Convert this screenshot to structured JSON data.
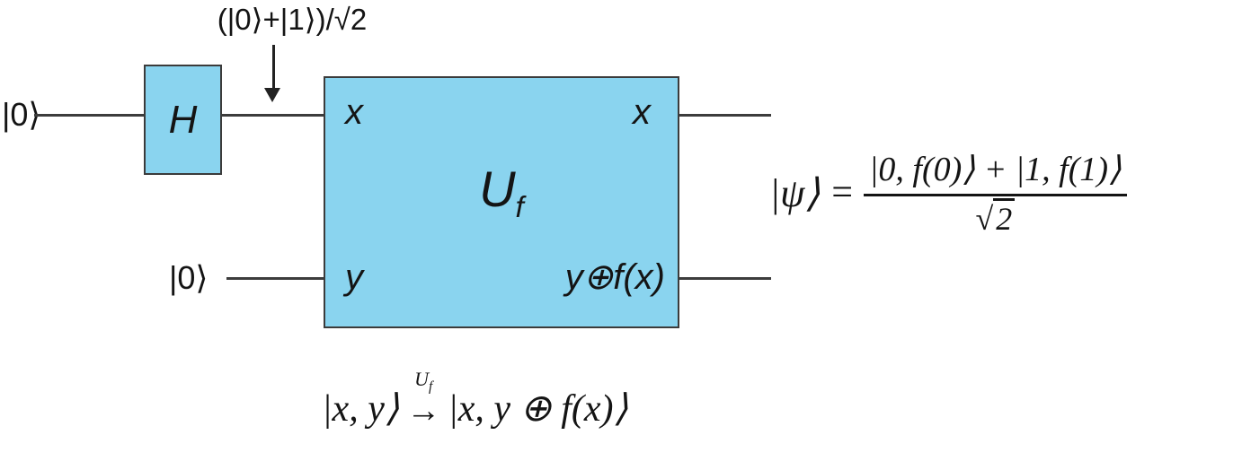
{
  "colors": {
    "gate_fill": "#8ad4ef",
    "gate_border": "#3b3b3b",
    "wire": "#3c3c3c",
    "ink": "#141414"
  },
  "circuit": {
    "top_input_ket": "|0⟩",
    "bottom_input_ket": "|0⟩",
    "hadamard_label": "H",
    "superposition_label": "(|0⟩+|1⟩)/√2",
    "oracle": {
      "name_main": "U",
      "name_sub": "f",
      "top_in": "x",
      "top_out": "x",
      "bottom_in": "y",
      "bottom_out": "y⊕f(x)"
    }
  },
  "output_state": {
    "lhs": "|ψ⟩",
    "equals": "=",
    "numerator": "|0, f(0)⟩ + |1, f(1)⟩",
    "radical_sign": "√",
    "radicand": "2"
  },
  "oracle_action": {
    "lhs": "|x, y⟩",
    "arrow": "→",
    "arrow_label_main": "U",
    "arrow_label_sub": "f",
    "rhs": "|x, y ⊕ f(x)⟩"
  }
}
